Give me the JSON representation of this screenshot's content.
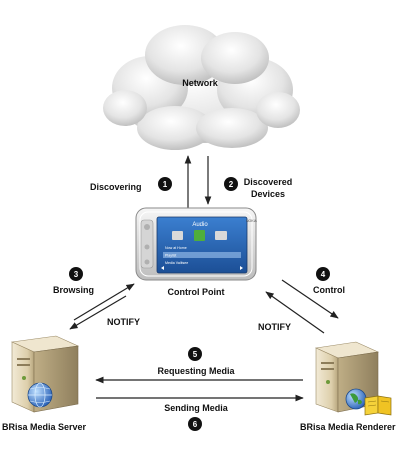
{
  "network": {
    "label": "Network"
  },
  "control_point": {
    "label": "Control Point",
    "screen": {
      "header": "Audio",
      "items": [
        "Now at Home",
        "Playlist",
        "Media Valitsee"
      ],
      "brand": "NOKIA"
    }
  },
  "media_server": {
    "label": "BRisa Media Server"
  },
  "media_renderer": {
    "label": "BRisa Media Renderer"
  },
  "steps": [
    {
      "number": "1",
      "label": "Discovering"
    },
    {
      "number": "2",
      "label_line1": "Discovered",
      "label_line2": "Devices"
    },
    {
      "number": "3",
      "label": "Browsing"
    },
    {
      "number": "4",
      "label": "Control"
    },
    {
      "number": "5",
      "label": "Requesting Media"
    },
    {
      "number": "6",
      "label": "Sending Media"
    }
  ],
  "notify_left": "NOTIFY",
  "notify_right": "NOTIFY",
  "colors": {
    "cloud_light": "#f3f3f3",
    "cloud_dark": "#bdbdbd",
    "screen_blue": "#2a67b8",
    "server_beige": "#e3d6b6",
    "badge": "#111111"
  }
}
